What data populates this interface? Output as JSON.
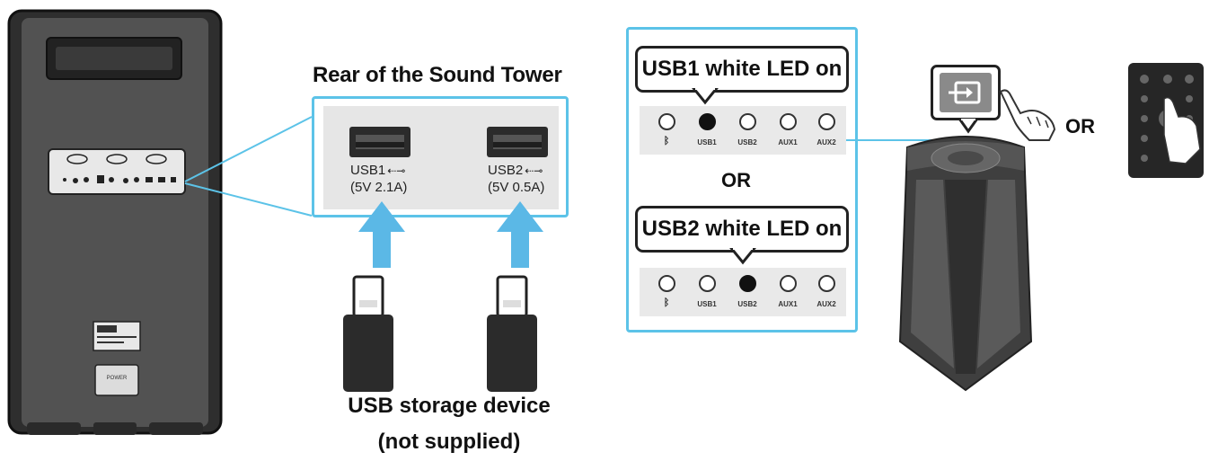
{
  "rear_title": "Rear of the Sound Tower",
  "ports": [
    {
      "name": "USB1",
      "spec": "(5V 2.1A)"
    },
    {
      "name": "USB2",
      "spec": "(5V 0.5A)"
    }
  ],
  "storage_caption": {
    "line1": "USB storage device",
    "line2": "(not supplied)"
  },
  "callouts": {
    "usb1": "USB1 white LED on",
    "usb2": "USB2 white LED on"
  },
  "or_text": "OR",
  "led_labels": [
    "USB1",
    "USB2",
    "AUX1",
    "AUX2"
  ],
  "panel_label": "POWER",
  "colors": {
    "accent": "#5cc3e8",
    "arrow": "#5bb8e6",
    "device": "#2b2b2b",
    "tower": "#4a4a4a"
  },
  "icons": [
    "bluetooth-icon",
    "usb-icon",
    "input-source-icon",
    "hand-pointer-icon"
  ]
}
